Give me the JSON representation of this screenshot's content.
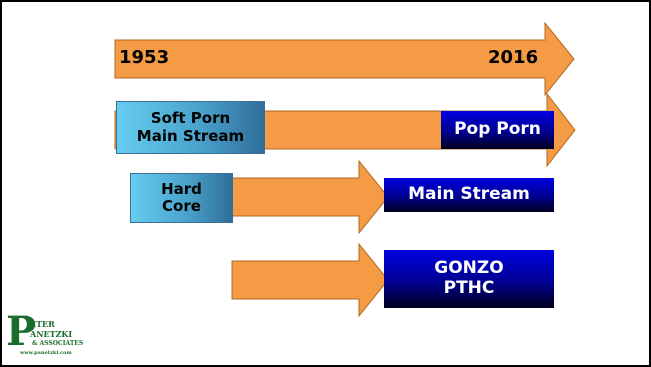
{
  "timeline": {
    "start_year": "1953",
    "end_year": "2016"
  },
  "boxes": {
    "soft_porn": [
      "Soft Porn",
      "Main Stream"
    ],
    "pop_porn": "Pop Porn",
    "hard_core": [
      "Hard",
      "Core"
    ],
    "main_stream": "Main Stream",
    "gonzo": [
      "GONZO",
      "PTHC"
    ]
  },
  "logo": {
    "initial": "P",
    "lines": [
      "ETER",
      "ANETZKI",
      "& ASSOCIATES",
      "www.panetzki.com"
    ]
  },
  "colors": {
    "arrow_fill": "#f59a45",
    "arrow_stroke": "#b06a20",
    "light_blue": "#4aa3cc",
    "dark_blue": "#0000c0",
    "logo_green": "#1b6b2a"
  }
}
